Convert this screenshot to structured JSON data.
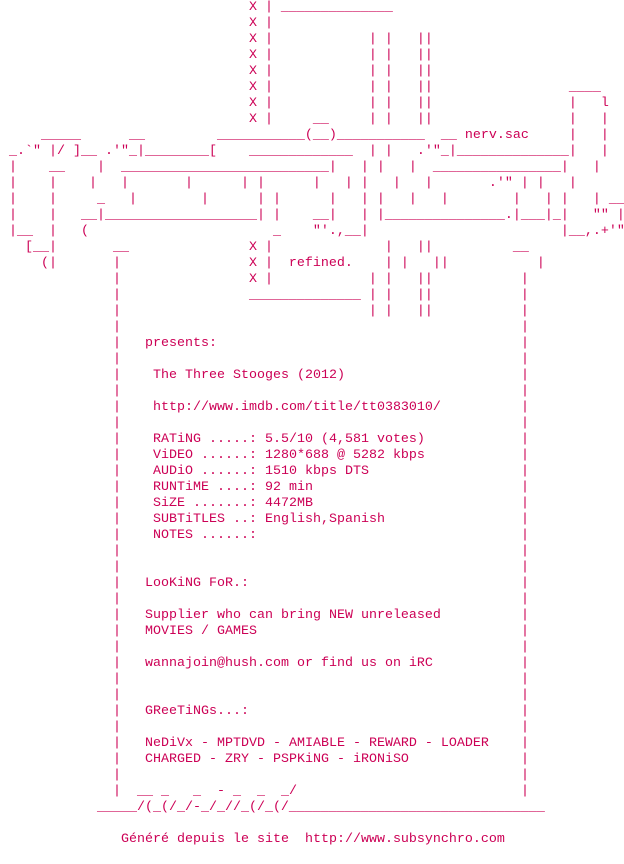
{
  "colors": {
    "text": "#cc0055",
    "background": "#ffffff"
  },
  "header_art": [
    "                               X | ______________",
    "                               X |",
    "                               X |            | |   ||",
    "                               X |            | |   ||",
    "                               X |            | |   ||",
    "                               X |            | |   ||                 ____",
    "                               X |            | |   ||                 |   l",
    "                               X |     __     | |   ||                 |   |",
    "     _____      __         ___________(__)___________  __ nerv.sac     |   |",
    " _.`\" |/ ]__ .'\"_|________[    _____________  | |   .'\"_|______________|   |",
    " |    __    |  __________________________|   | |   |  ________________|   |",
    " |    |    |   |       |      | |      |   | |   |   |       .'\" | |   |",
    " |    |     _   |        |      | |      |   | |   |   |        |   | |   | __",
    " |    |   __|___________________| |    __|   | |_______________.|___|_|   \"\" |",
    " |__  |   (                       _    \"'.,__|                        |__,.+'\"",
    "   [__|       __               X |              |   ||          __",
    "     (|       |                X |  refined.    | |   ||           |",
    "              |                X |            | |   ||           |",
    "              |                ______________ | |   ||           |",
    "              |                               | |   ||           |"
  ],
  "box": {
    "border": "|",
    "rows": [
      {
        "name": "blank",
        "text": ""
      },
      {
        "name": "presents-label",
        "text": "   presents:"
      },
      {
        "name": "blank",
        "text": ""
      },
      {
        "name": "release-title",
        "text": "    The Three Stooges (2012)"
      },
      {
        "name": "blank",
        "text": ""
      },
      {
        "name": "imdb-link",
        "text": "    http://www.imdb.com/title/tt0383010/"
      },
      {
        "name": "blank",
        "text": ""
      },
      {
        "name": "rating-info",
        "text": "    RATiNG .....: 5.5/10 (4,581 votes)"
      },
      {
        "name": "video-info",
        "text": "    ViDEO ......: 1280*688 @ 5282 kbps"
      },
      {
        "name": "audio-info",
        "text": "    AUDiO ......: 1510 kbps DTS"
      },
      {
        "name": "runtime-info",
        "text": "    RUNTiME ....: 92 min"
      },
      {
        "name": "size-info",
        "text": "    SiZE .......: 4472MB"
      },
      {
        "name": "subtitles-info",
        "text": "    SUBTiTLES ..: English,Spanish"
      },
      {
        "name": "notes-info",
        "text": "    NOTES ......:"
      },
      {
        "name": "blank",
        "text": ""
      },
      {
        "name": "blank",
        "text": ""
      },
      {
        "name": "looking-for-heading",
        "text": "   LooKiNG FoR.:"
      },
      {
        "name": "blank",
        "text": ""
      },
      {
        "name": "looking-for-line-1",
        "text": "   Supplier who can bring NEW unreleased"
      },
      {
        "name": "looking-for-line-2",
        "text": "   MOVIES / GAMES"
      },
      {
        "name": "blank",
        "text": ""
      },
      {
        "name": "contact-line",
        "text": "   wannajoin@hush.com or find us on iRC"
      },
      {
        "name": "blank",
        "text": ""
      },
      {
        "name": "blank",
        "text": ""
      },
      {
        "name": "greetings-heading",
        "text": "   GReeTiNGs...:"
      },
      {
        "name": "blank",
        "text": ""
      },
      {
        "name": "greetings-line-1",
        "text": "   NeDiVx - MPTDVD - AMIABLE - REWARD - LOADER"
      },
      {
        "name": "greetings-line-2",
        "text": "   CHARGED - ZRY - PSPKiNG - iRONiSO"
      },
      {
        "name": "blank",
        "text": ""
      },
      {
        "name": "logo-art-top",
        "text": "  __ _   _  - _  _  _/"
      }
    ]
  },
  "footer_art": "            _____/(_(/_/-_/_//_(/_(/________________________________",
  "footer": {
    "credit": "Généré depuis le site  http://www.subsynchro.com"
  }
}
